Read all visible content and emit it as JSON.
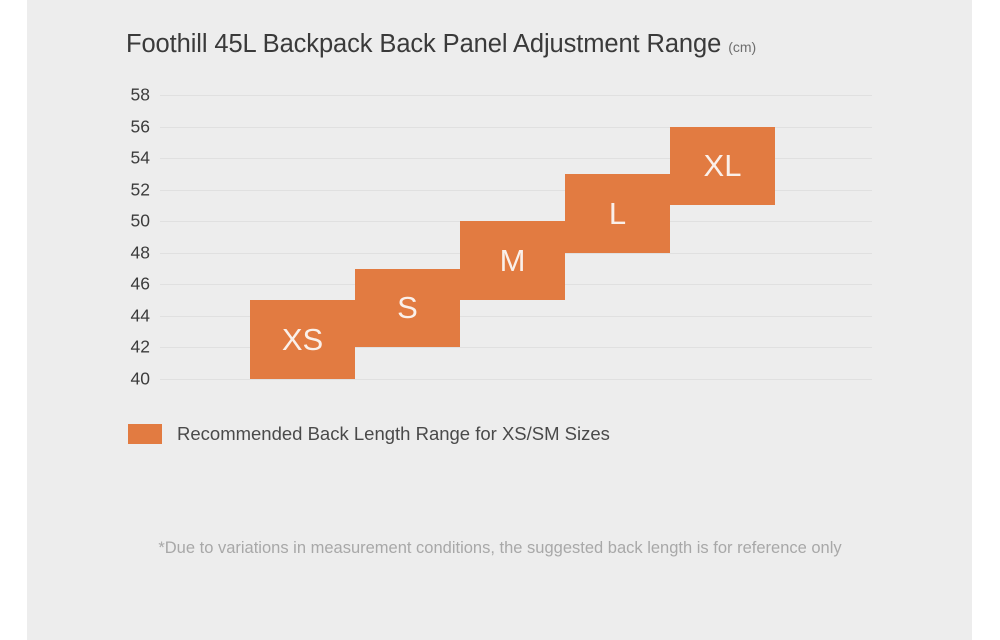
{
  "card": {
    "background_color": "#ededed",
    "page_background_color": "#ffffff"
  },
  "header": {
    "title": "Foothill 45L Backpack Back Panel Adjustment Range",
    "unit": "(cm)"
  },
  "legend": {
    "swatch_color": "#e27b41",
    "label": "Recommended Back Length Range for XS/SM Sizes"
  },
  "footnote": {
    "text": "*Due to variations in measurement conditions, the suggested back length is for reference only"
  },
  "chart_data": {
    "type": "bar",
    "subtype": "floating-range-bar",
    "title": "Foothill 45L Backpack Back Panel Adjustment Range",
    "unit": "cm",
    "xlabel": "",
    "ylabel": "",
    "ylim": [
      40,
      58
    ],
    "yticks": [
      40,
      42,
      44,
      46,
      48,
      50,
      52,
      54,
      56,
      58
    ],
    "ytick_labels": [
      "40",
      "42",
      "44",
      "46",
      "48",
      "50",
      "52",
      "54",
      "56",
      "58"
    ],
    "grid": true,
    "grid_color": "#e0e0e0",
    "legend_position": "below-plot-left",
    "series": [
      {
        "name": "Recommended Back Length Range for XS/SM Sizes",
        "color": "#e27b41",
        "bars": [
          {
            "category": "XS",
            "label": "XS",
            "low": 40,
            "high": 45
          },
          {
            "category": "S",
            "label": "S",
            "low": 42,
            "high": 47
          },
          {
            "category": "M",
            "label": "M",
            "low": 45,
            "high": 50
          },
          {
            "category": "L",
            "label": "L",
            "low": 48,
            "high": 53
          },
          {
            "category": "XL",
            "label": "XL",
            "low": 51,
            "high": 56
          }
        ]
      }
    ],
    "categories": [
      "XS",
      "S",
      "M",
      "L",
      "XL"
    ],
    "lows": [
      40,
      42,
      45,
      48,
      51
    ],
    "highs": [
      45,
      47,
      50,
      53,
      56
    ]
  }
}
